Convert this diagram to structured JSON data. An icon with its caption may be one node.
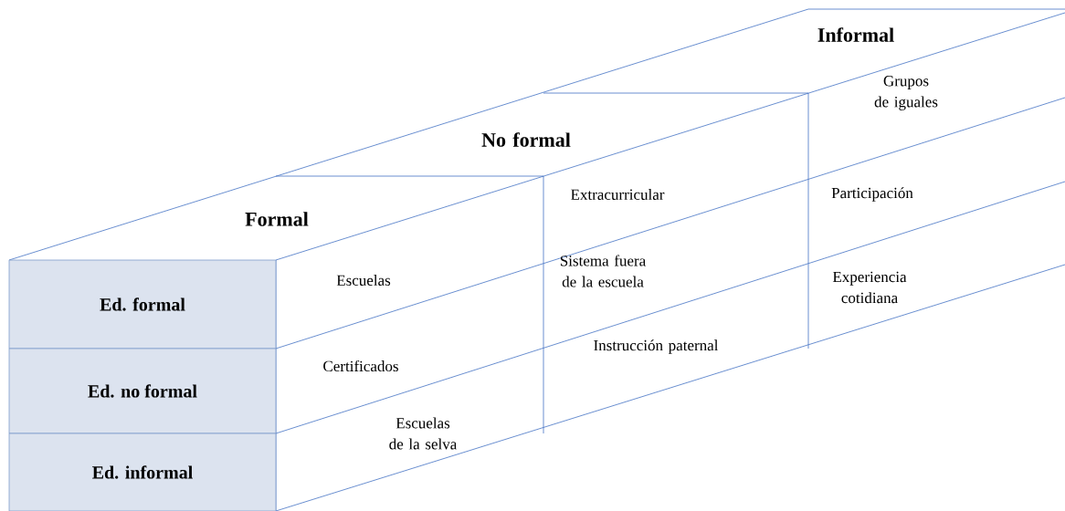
{
  "diagram": {
    "nodes": [
      {
        "text": [
          "Ed. formal"
        ]
      },
      {
        "text": [
          "Ed. no formal"
        ]
      },
      {
        "text": [
          "Ed. informal"
        ]
      }
    ],
    "labels": [
      "Informal",
      "No formal",
      "Formal",
      "Grupos de iguales",
      "Extracurricular",
      "Participación",
      "Sistema fuera de la escuela",
      "Escuelas",
      "Experiencia cotidiana",
      "Instrucción paternal",
      "Certificados",
      "Escuelas de la selva"
    ]
  }
}
